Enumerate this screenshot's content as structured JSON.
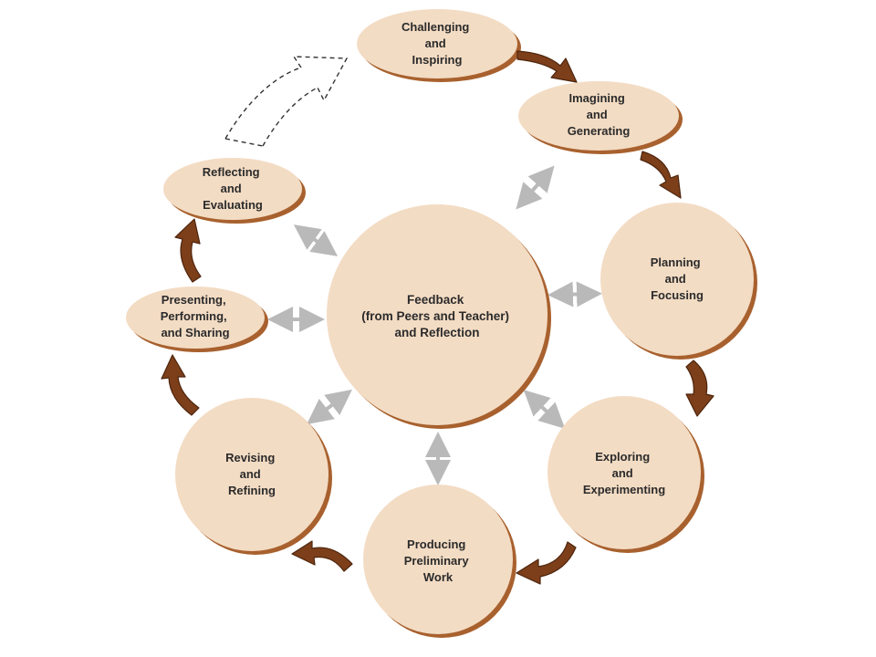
{
  "diagram": {
    "colors": {
      "node_fill": "#f3dcc4",
      "node_shadow": "#a8612e",
      "cycle_arrow": "#7c3f1a",
      "cycle_arrow_edge": "#4e250d",
      "feedback_arrow": "#b9b9b9",
      "dashed_arrow": "#333333"
    },
    "center": {
      "lines": [
        "Feedback",
        "(from Peers and Teacher)",
        "and Reflection"
      ]
    },
    "stages": [
      {
        "id": "challenging",
        "lines": [
          "Challenging",
          "and",
          "Inspiring"
        ]
      },
      {
        "id": "imagining",
        "lines": [
          "Imagining",
          "and",
          "Generating"
        ]
      },
      {
        "id": "planning",
        "lines": [
          "Planning",
          "and",
          "Focusing"
        ]
      },
      {
        "id": "exploring",
        "lines": [
          "Exploring",
          "and",
          "Experimenting"
        ]
      },
      {
        "id": "producing",
        "lines": [
          "Producing",
          "Preliminary",
          "Work"
        ]
      },
      {
        "id": "revising",
        "lines": [
          "Revising",
          "and",
          "Refining"
        ]
      },
      {
        "id": "presenting",
        "lines": [
          "Presenting,",
          "Performing,",
          "and Sharing"
        ]
      },
      {
        "id": "reflecting",
        "lines": [
          "Reflecting",
          "and",
          "Evaluating"
        ]
      }
    ]
  }
}
